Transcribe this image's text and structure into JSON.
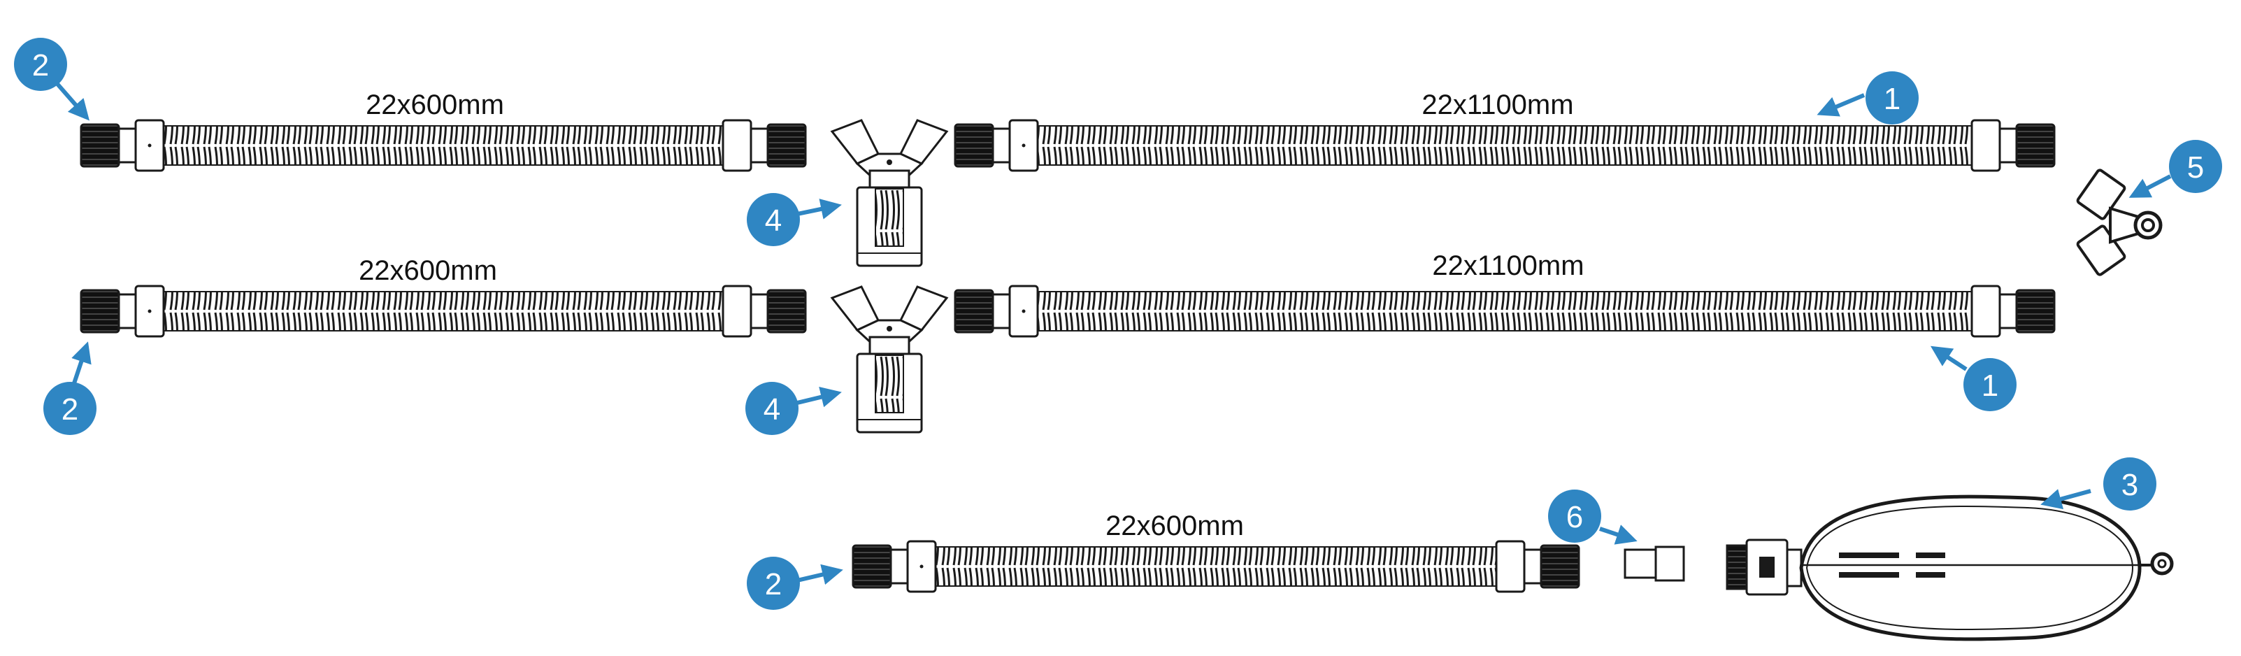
{
  "colors": {
    "callout": "#2f86c3",
    "outline": "#1a1a1a",
    "background": "#ffffff"
  },
  "hoses": [
    {
      "id": "hose-top-left",
      "label": "22x600mm"
    },
    {
      "id": "hose-top-right",
      "label": "22x1100mm"
    },
    {
      "id": "hose-middle-left",
      "label": "22x600mm"
    },
    {
      "id": "hose-middle-right",
      "label": "22x1100mm"
    },
    {
      "id": "hose-bottom",
      "label": "22x600mm"
    }
  ],
  "callouts": [
    {
      "id": "c1",
      "number": "2"
    },
    {
      "id": "c2",
      "number": "1"
    },
    {
      "id": "c3",
      "number": "5"
    },
    {
      "id": "c4",
      "number": "4"
    },
    {
      "id": "c5",
      "number": "2"
    },
    {
      "id": "c6",
      "number": "1"
    },
    {
      "id": "c7",
      "number": "4"
    },
    {
      "id": "c8",
      "number": "3"
    },
    {
      "id": "c9",
      "number": "6"
    },
    {
      "id": "c10",
      "number": "2"
    }
  ],
  "components": {
    "y_pieces": [
      "y-piece-top",
      "y-piece-middle"
    ],
    "elbow": "elbow-connector",
    "adapter": "straight-adapter",
    "bag": "breathing-bag"
  }
}
